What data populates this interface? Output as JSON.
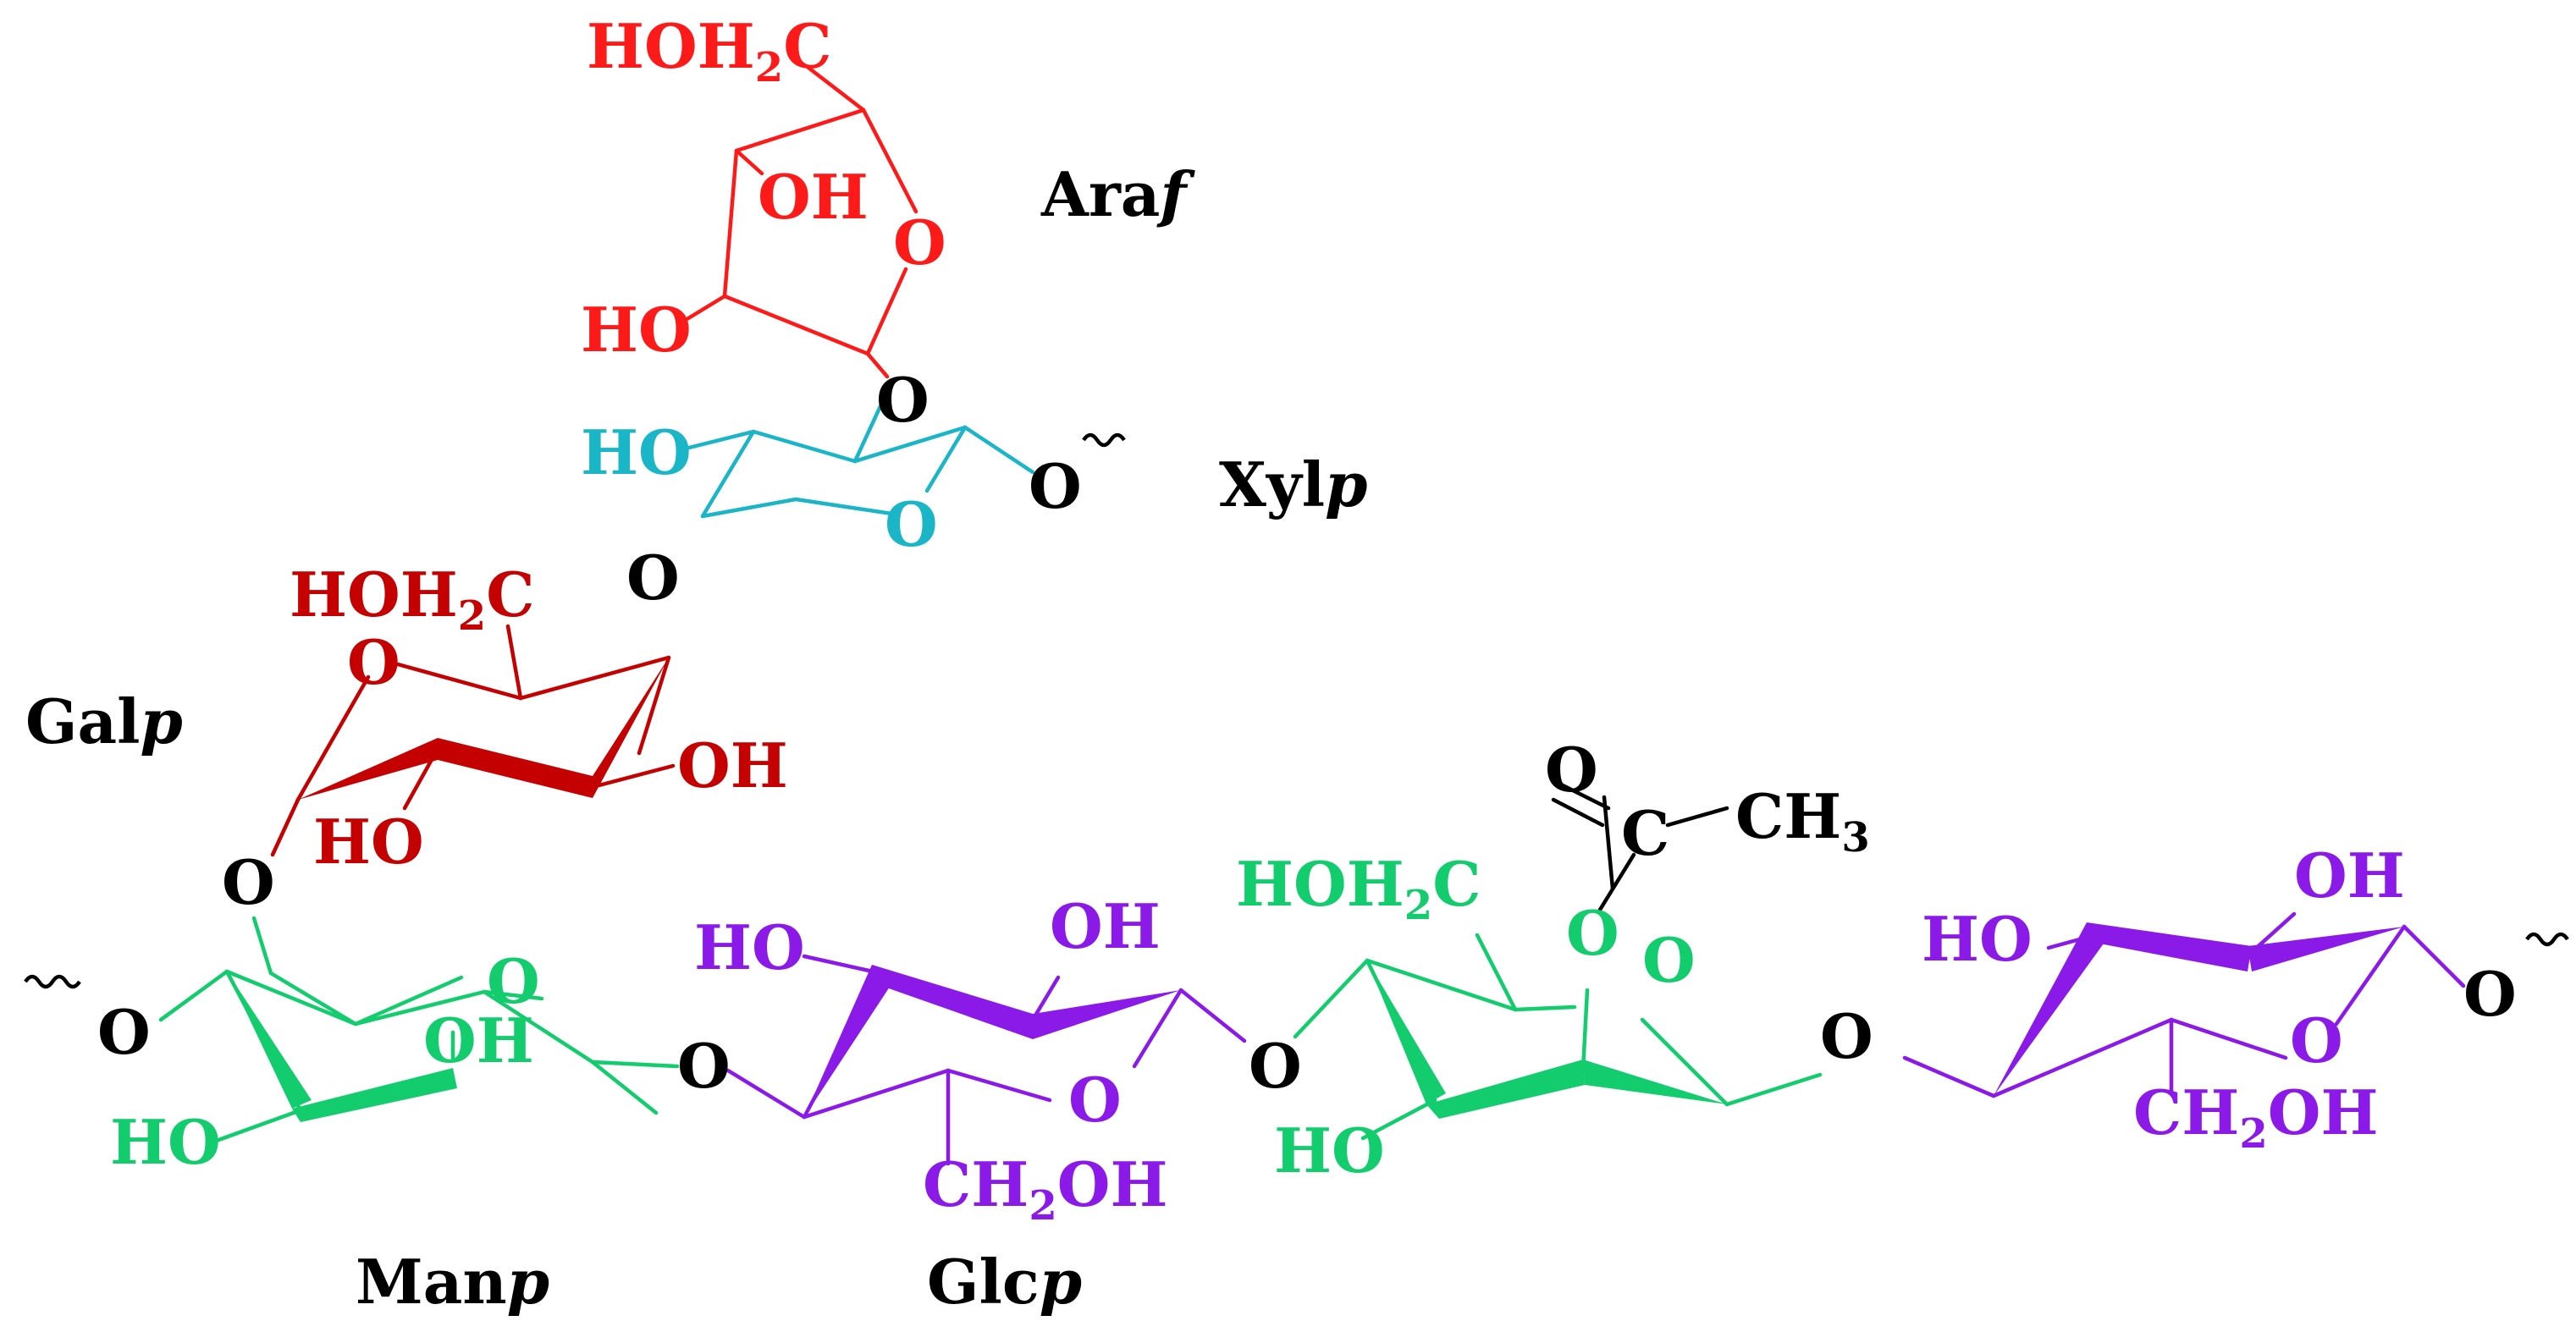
{
  "colors": {
    "araf": "#FF1A1A",
    "xylp": "#1BB5C8",
    "galp": "#C40000",
    "manp": "#12CC6E",
    "glcp": "#8B1AE8",
    "linker": "#000000"
  },
  "unit_labels": {
    "araf": "Araf",
    "xylp": "Xylp",
    "galp": "Galp",
    "manp": "Manp",
    "glcp": "Glcp"
  },
  "atoms": {
    "o": "O",
    "c": "C",
    "oh": "OH",
    "ho": "HO",
    "hoh2c_pre": "HOH",
    "hoh2c_sub": "2",
    "hoh2c_post": "C",
    "ch2oh_pre": "CH",
    "ch2oh_sub": "2",
    "ch2oh_post": "OH",
    "ch3_pre": "CH",
    "ch3_sub": "3"
  }
}
